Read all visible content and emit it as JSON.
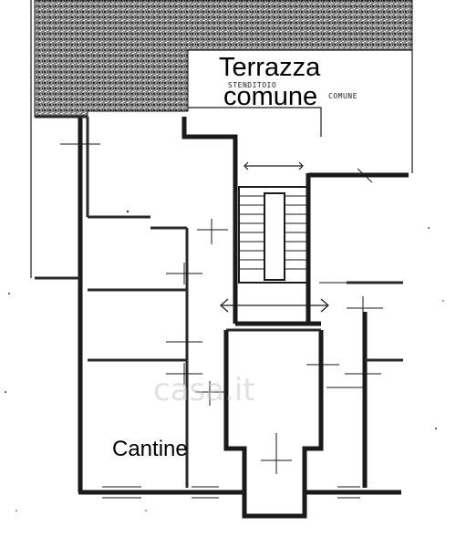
{
  "labels": {
    "terrace_line1": "Terrazza",
    "terrace_line2": "comune",
    "handwritten_note": "STENDITOIO",
    "handwritten_note2": "COMUNE",
    "cellars": "Cantine"
  },
  "watermark": "casa.it",
  "colors": {
    "ink": "#1a1a1a",
    "hatch": "#5a5a5a",
    "paper": "#ffffff"
  }
}
